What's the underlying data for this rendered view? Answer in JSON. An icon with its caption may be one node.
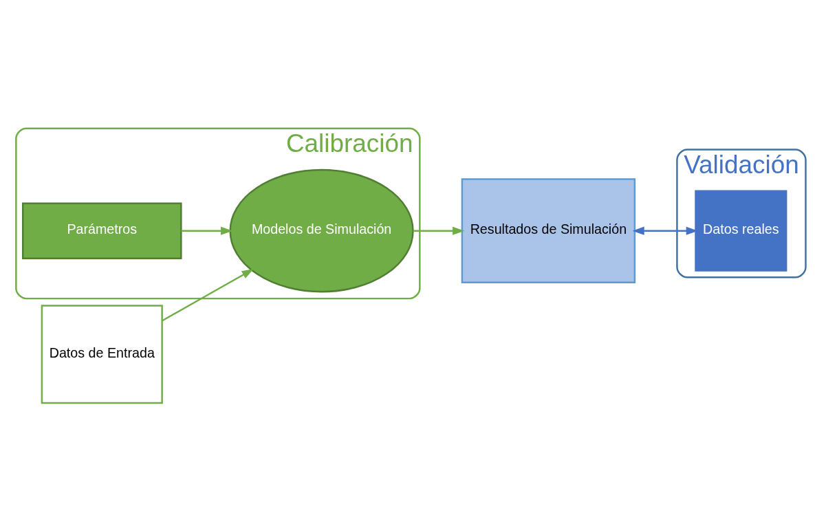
{
  "diagram": {
    "nodes": [
      {
        "text": [
          "Calibración"
        ]
      },
      {
        "text": [
          "Parámetros"
        ],
        "in": 0
      },
      {
        "text": [
          "Datos de Entrada"
        ]
      },
      {
        "text": [
          "Modelos de Simulación"
        ],
        "in": 0
      },
      {
        "text": [
          "Validación"
        ]
      },
      {
        "text": [
          "Resultados de Simulación"
        ]
      },
      {
        "text": [
          "Datos reales"
        ],
        "in": 4
      }
    ],
    "edges": [
      {
        "from": 1,
        "to": 3,
        "arrow": "to"
      },
      {
        "from": 2,
        "to": 3,
        "arrow": "to"
      },
      {
        "from": 3,
        "to": 5,
        "arrow": "to"
      },
      {
        "from": 5,
        "to": 6,
        "arrow": "both",
        "color": "#4472c4"
      }
    ]
  }
}
